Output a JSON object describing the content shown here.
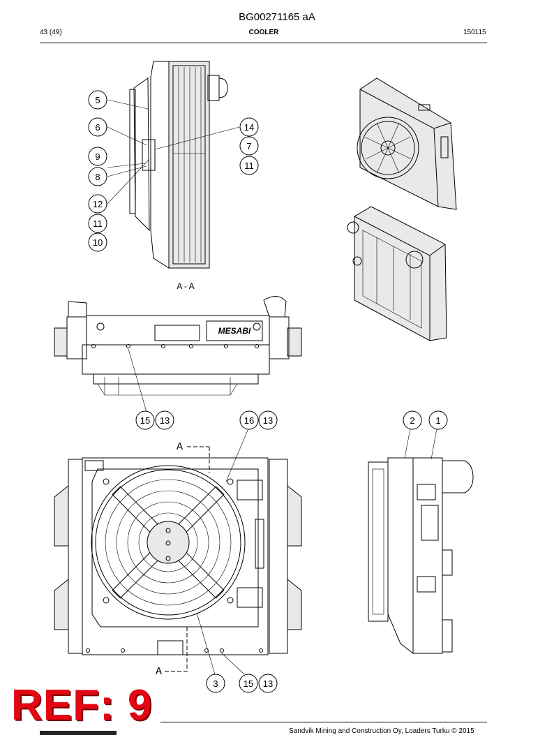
{
  "header": {
    "doc_id": "BG00271165 aA",
    "page": "43 (49)",
    "section": "COOLER",
    "date_code": "150115"
  },
  "drawing": {
    "section_caption": "A - A",
    "section_marker": "A",
    "nameplate_text": "MESABI",
    "callouts": [
      "5",
      "6",
      "14",
      "7",
      "9",
      "8",
      "11",
      "12",
      "11",
      "10",
      "15",
      "13",
      "16",
      "13",
      "2",
      "1",
      "3",
      "15",
      "13"
    ]
  },
  "ref_label": "REF: 9",
  "footer": "Sandvik Mining and Construction Oy, Loaders Turku © 2015"
}
